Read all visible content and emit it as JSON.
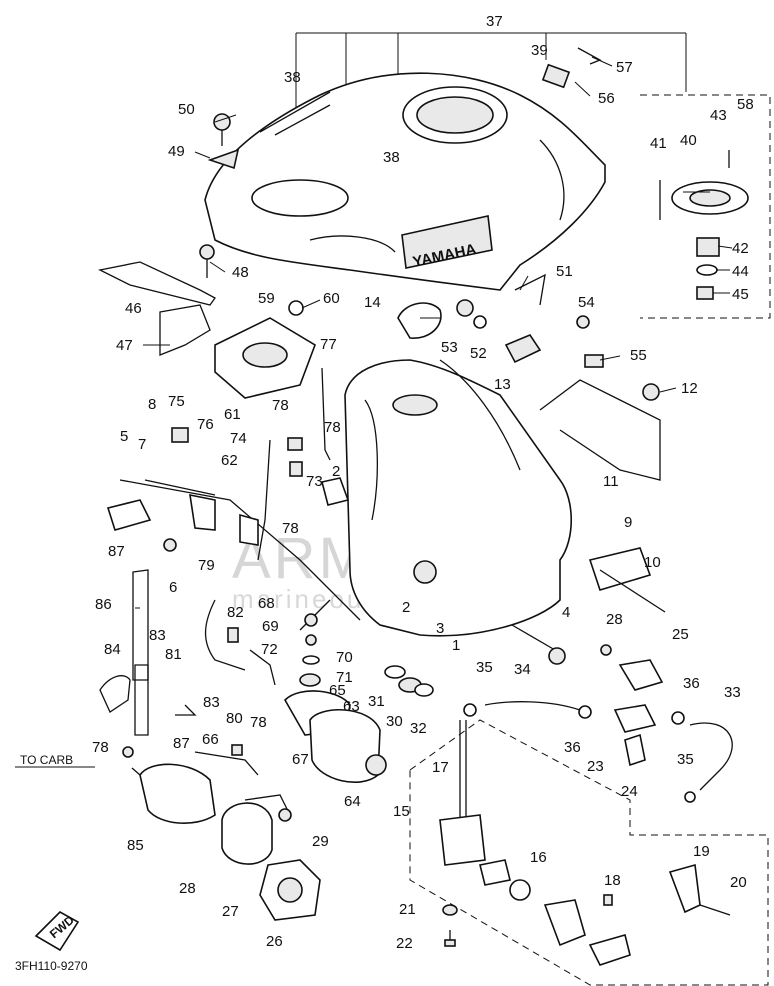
{
  "diagram": {
    "code": "3FH110-9270",
    "to_carb": "TO CARB",
    "fwd": "FWD",
    "tank_badge": "YAMAHA",
    "watermark": {
      "brand": "ARMADA",
      "tagline": "marineoutboards"
    },
    "colors": {
      "line": "#111111",
      "watermark_logo": "#e8a0c8",
      "watermark_text": "#d6d6d6"
    },
    "callouts": [
      "37",
      "38",
      "38",
      "39",
      "57",
      "56",
      "58",
      "43",
      "40",
      "41",
      "42",
      "44",
      "45",
      "50",
      "49",
      "48",
      "46",
      "47",
      "51",
      "54",
      "55",
      "12",
      "11",
      "13",
      "14",
      "53",
      "52",
      "59",
      "60",
      "77",
      "78",
      "78",
      "78",
      "78",
      "78",
      "75",
      "76",
      "61",
      "74",
      "73",
      "62",
      "8",
      "7",
      "5",
      "87",
      "87",
      "6",
      "2",
      "2",
      "3",
      "4",
      "9",
      "10",
      "28",
      "25",
      "36",
      "36",
      "33",
      "35",
      "35",
      "34",
      "23",
      "24",
      "86",
      "79",
      "82",
      "68",
      "69",
      "70",
      "72",
      "71",
      "65",
      "63",
      "67",
      "64",
      "83",
      "83",
      "81",
      "80",
      "31",
      "30",
      "32",
      "84",
      "66",
      "85",
      "28",
      "27",
      "26",
      "29",
      "15",
      "17",
      "16",
      "18",
      "19",
      "20",
      "21",
      "22",
      "1"
    ]
  }
}
